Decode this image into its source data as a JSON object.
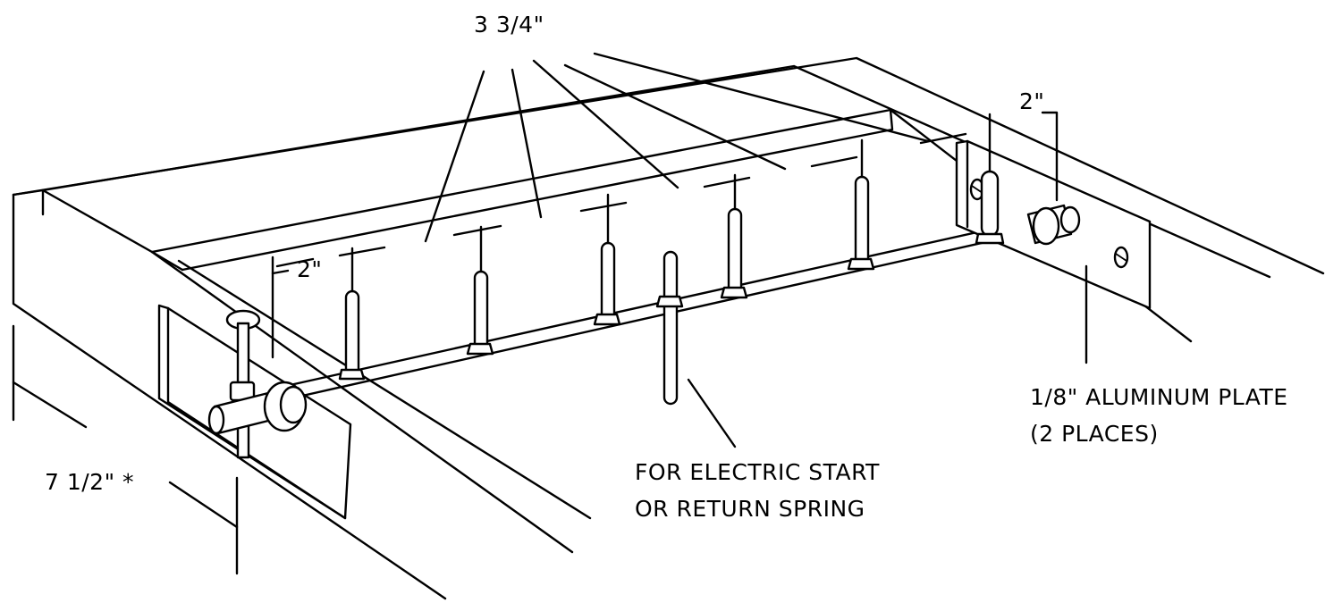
{
  "diagram": {
    "labels": {
      "top_spacing": "3 3/4\"",
      "right_offset": "2\"",
      "left_offset": "2\"",
      "plate_line1": "1/8\" ALUMINUM PLATE",
      "plate_line2": "(2 PLACES)",
      "spring_line1": "FOR ELECTRIC START",
      "spring_line2": "OR RETURN SPRING",
      "height": "7 1/2\" *"
    }
  }
}
